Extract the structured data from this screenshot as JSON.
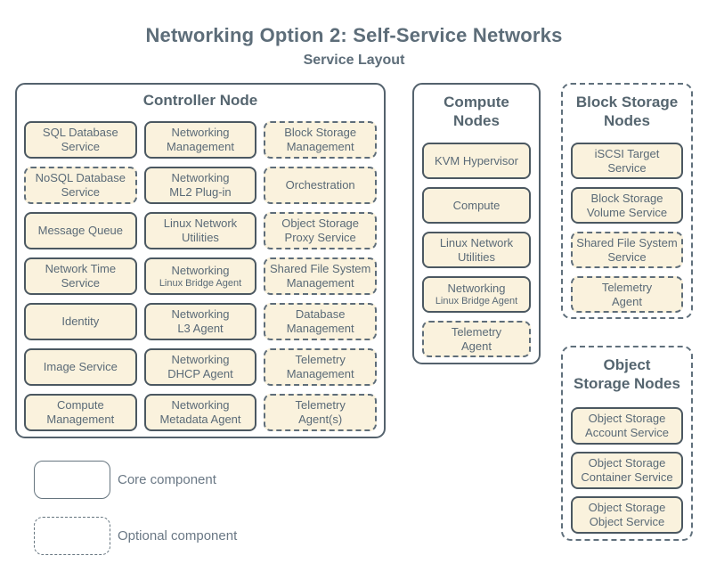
{
  "title": "Networking Option 2: Self-Service Networks",
  "subtitle": "Service Layout",
  "colors": {
    "background": "#ffffff",
    "panel_border": "#54626d",
    "panel_dashed_border": "#60707c",
    "service_fill": "#faf2dd",
    "service_border": "#4b5861",
    "service_dashed_border": "#5e6d79",
    "text": "#5a6a77",
    "title_text": "#5d6d79",
    "legend_text": "#6a7885"
  },
  "panels": [
    {
      "id": "controller",
      "title_lines": [
        "Controller Node"
      ],
      "border": "solid",
      "columns": 3,
      "services": [
        {
          "lines": [
            "SQL Database",
            "Service"
          ],
          "optional": false
        },
        {
          "lines": [
            "Networking",
            "Management"
          ],
          "optional": false
        },
        {
          "lines": [
            "Block Storage",
            "Management"
          ],
          "optional": true
        },
        {
          "lines": [
            "NoSQL Database",
            "Service"
          ],
          "optional": true
        },
        {
          "lines": [
            "Networking",
            "ML2 Plug-in"
          ],
          "optional": false
        },
        {
          "lines": [
            "Orchestration"
          ],
          "optional": true
        },
        {
          "lines": [
            "Message Queue"
          ],
          "optional": false
        },
        {
          "lines": [
            "Linux Network",
            "Utilities"
          ],
          "optional": false
        },
        {
          "lines": [
            "Object Storage",
            "Proxy Service"
          ],
          "optional": true
        },
        {
          "lines": [
            "Network Time",
            "Service"
          ],
          "optional": false
        },
        {
          "lines": [
            "Networking"
          ],
          "small_lines": [
            "Linux Bridge Agent"
          ],
          "optional": false
        },
        {
          "lines": [
            "Shared File System",
            "Management"
          ],
          "optional": true
        },
        {
          "lines": [
            "Identity"
          ],
          "optional": false
        },
        {
          "lines": [
            "Networking",
            "L3 Agent"
          ],
          "optional": false
        },
        {
          "lines": [
            "Database",
            "Management"
          ],
          "optional": true
        },
        {
          "lines": [
            "Image Service"
          ],
          "optional": false
        },
        {
          "lines": [
            "Networking",
            "DHCP Agent"
          ],
          "optional": false
        },
        {
          "lines": [
            "Telemetry",
            "Management"
          ],
          "optional": true
        },
        {
          "lines": [
            "Compute",
            "Management"
          ],
          "optional": false
        },
        {
          "lines": [
            "Networking",
            "Metadata Agent"
          ],
          "optional": false
        },
        {
          "lines": [
            "Telemetry",
            "Agent(s)"
          ],
          "optional": true
        }
      ]
    },
    {
      "id": "compute",
      "title_lines": [
        "Compute",
        "Nodes"
      ],
      "border": "solid",
      "columns": 1,
      "services": [
        {
          "lines": [
            "KVM Hypervisor"
          ],
          "optional": false
        },
        {
          "lines": [
            "Compute"
          ],
          "optional": false
        },
        {
          "lines": [
            "Linux Network",
            "Utilities"
          ],
          "optional": false
        },
        {
          "lines": [
            "Networking"
          ],
          "small_lines": [
            "Linux Bridge Agent"
          ],
          "optional": false
        },
        {
          "lines": [
            "Telemetry",
            "Agent"
          ],
          "optional": true
        }
      ]
    },
    {
      "id": "block-storage",
      "title_lines": [
        "Block Storage",
        "Nodes"
      ],
      "border": "dashed",
      "columns": 1,
      "services": [
        {
          "lines": [
            "iSCSI Target",
            "Service"
          ],
          "optional": false
        },
        {
          "lines": [
            "Block Storage",
            "Volume Service"
          ],
          "optional": false
        },
        {
          "lines": [
            "Shared File System",
            "Service"
          ],
          "optional": true
        },
        {
          "lines": [
            "Telemetry",
            "Agent"
          ],
          "optional": true
        }
      ]
    },
    {
      "id": "object-storage",
      "title_lines": [
        "Object",
        "Storage Nodes"
      ],
      "border": "dashed",
      "columns": 1,
      "services": [
        {
          "lines": [
            "Object Storage",
            "Account Service"
          ],
          "optional": false
        },
        {
          "lines": [
            "Object Storage",
            "Container Service"
          ],
          "optional": false
        },
        {
          "lines": [
            "Object Storage",
            "Object Service"
          ],
          "optional": false
        }
      ]
    }
  ],
  "legend": {
    "items": [
      {
        "style": "core",
        "label": "Core component"
      },
      {
        "style": "optional",
        "label": "Optional component"
      }
    ]
  }
}
